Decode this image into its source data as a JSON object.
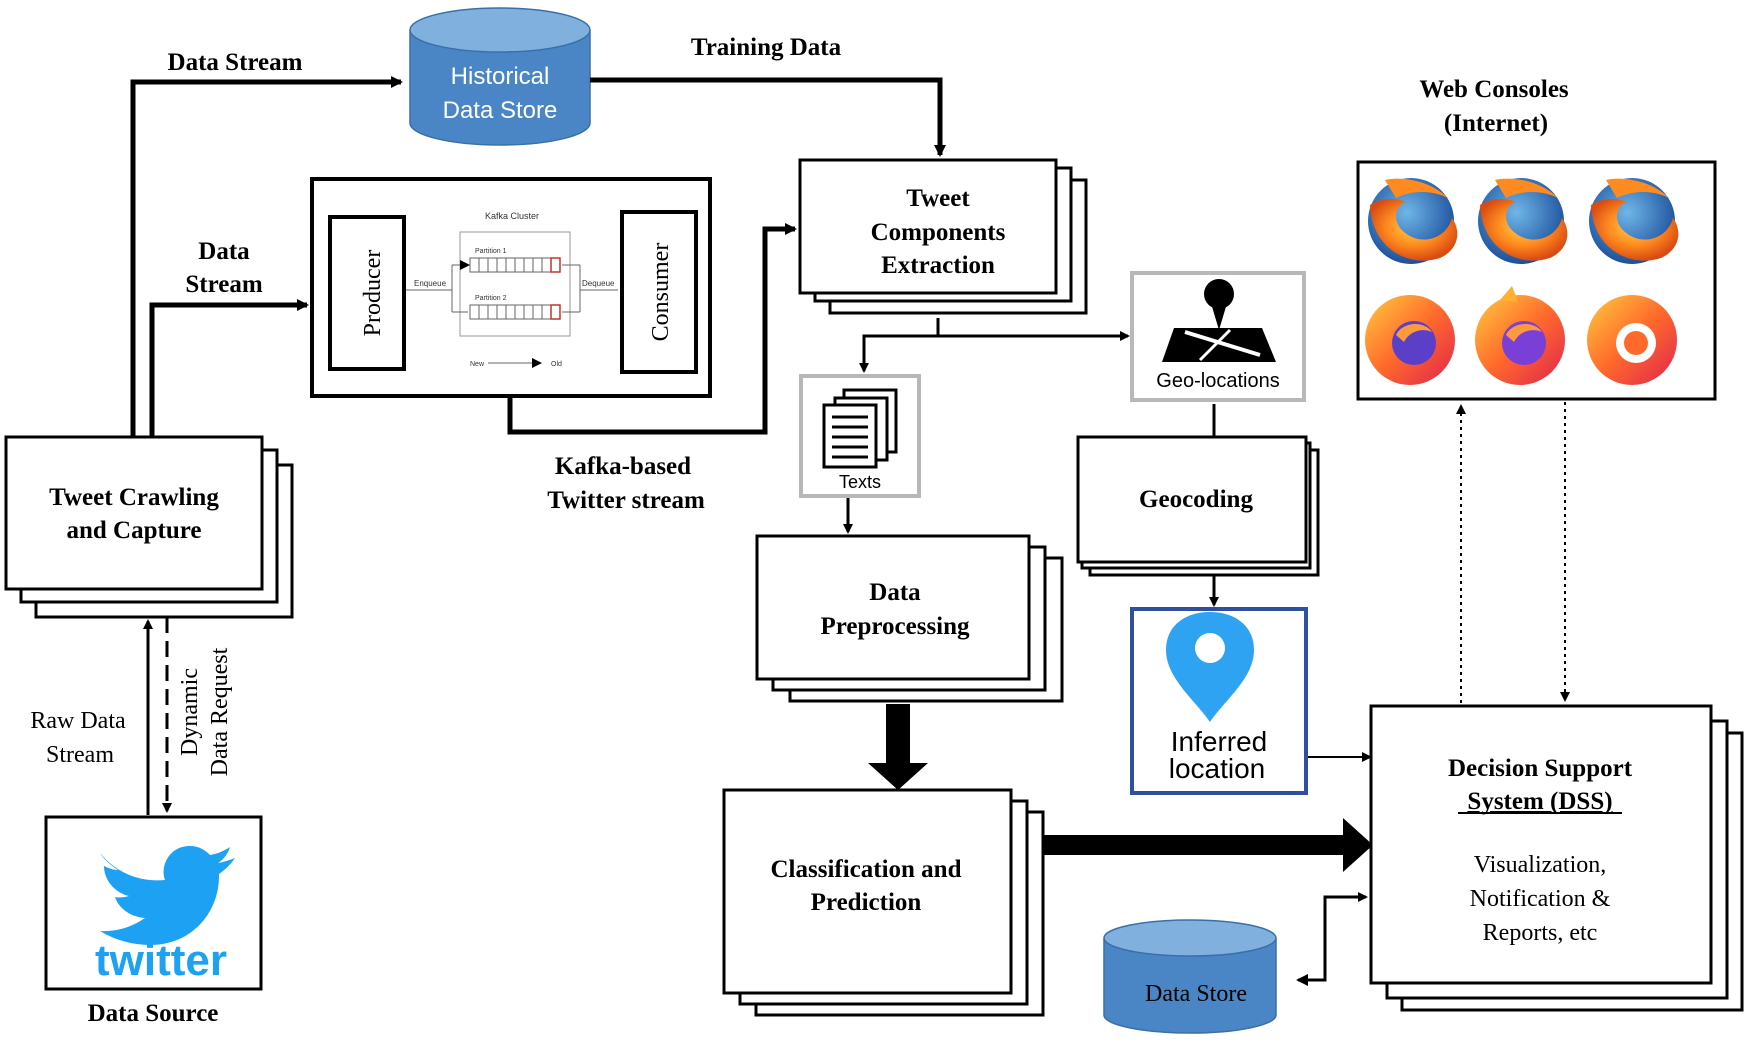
{
  "edge_labels": {
    "data_stream_top": "Data Stream",
    "training_data": "Training Data",
    "data_stream_mid_1": "Data",
    "data_stream_mid_2": "Stream",
    "kafka_stream_1": "Kafka-based",
    "kafka_stream_2": "Twitter stream",
    "raw_data_stream_1": "Raw Data",
    "raw_data_stream_2": "Stream",
    "dynamic_request_1": "Dynamic",
    "dynamic_request_2": "Data Request"
  },
  "nodes": {
    "historical_store": [
      "Historical",
      "Data Store"
    ],
    "kafka": {
      "producer": "Producer",
      "consumer": "Consumer",
      "cluster": "Kafka Cluster",
      "partition1": "Partition 1",
      "partition2": "Partition 2",
      "enqueue": "Enqueue",
      "dequeue": "Dequeue",
      "new": "New",
      "old": "Old"
    },
    "tweet_components": [
      "Tweet",
      "Components",
      "Extraction"
    ],
    "tweet_crawling": [
      "Tweet Crawling",
      "and Capture"
    ],
    "data_source_logo": "twitter",
    "data_source": "Data Source",
    "texts": "Texts",
    "geo_locations": "Geo-locations",
    "geocoding": "Geocoding",
    "inferred_location": [
      "Inferred",
      "location"
    ],
    "preprocessing": [
      "Data",
      "Preprocessing"
    ],
    "classification": [
      "Classification and",
      "Prediction"
    ],
    "dss_title": [
      "Decision Support",
      "System (DSS)"
    ],
    "dss_body": [
      "Visualization,",
      "Notification &",
      "Reports, etc"
    ],
    "data_store": "Data Store",
    "web_consoles": [
      "Web Consoles",
      "(Internet)"
    ]
  },
  "colors": {
    "cylinder_fill": "#4a86c5",
    "cylinder_top": "#7fb0de",
    "twitter_blue": "#1da1f2",
    "pin_blue": "#2ea3f2",
    "inferred_border": "#2f4f9f",
    "gray_border": "#b8b8b8"
  },
  "icons": [
    "firefox-icon",
    "twitter-bird-icon",
    "map-pin-icon",
    "document-stack-icon",
    "geo-location-icon"
  ]
}
